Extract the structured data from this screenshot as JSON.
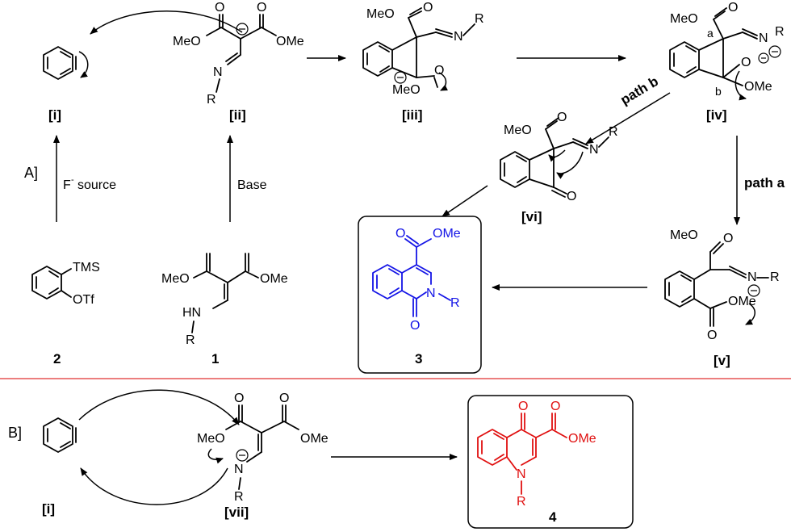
{
  "colors": {
    "product_3": "#1414e6",
    "product_4": "#e01010",
    "divider": "#e03030"
  },
  "section_a": {
    "label": "A]"
  },
  "section_b": {
    "label": "B]"
  },
  "compounds": {
    "c1": {
      "label": "1",
      "MeO": "MeO",
      "OMe": "OMe",
      "HN": "HN",
      "R": "R"
    },
    "c2": {
      "label": "2",
      "TMS": "TMS",
      "OTf": "OTf"
    },
    "c3": {
      "label": "3",
      "OMe": "OMe",
      "N": "N",
      "R": "R",
      "O": "O",
      "O2": "O"
    },
    "c4": {
      "label": "4",
      "O": "O",
      "O2": "O",
      "OMe": "OMe",
      "N": "N",
      "R": "R"
    },
    "i": {
      "label": "[i]"
    },
    "ii": {
      "label": "[ii]",
      "MeO": "MeO",
      "OMe": "OMe",
      "N": "N",
      "R": "R",
      "O": "O",
      "O2": "O"
    },
    "iii": {
      "label": "[iii]",
      "MeO": "MeO",
      "MeO2": "MeO",
      "N": "N",
      "R": "R",
      "O": "O",
      "O2": "O"
    },
    "iv": {
      "label": "[iv]",
      "MeO": "MeO",
      "OMe": "OMe",
      "N": "N",
      "R": "R",
      "O": "O",
      "O2": "O",
      "a": "a",
      "b": "b"
    },
    "v": {
      "label": "[v]",
      "MeO": "MeO",
      "OMe": "OMe",
      "N": "N",
      "R": "R",
      "O": "O",
      "O2": "O"
    },
    "vi": {
      "label": "[vi]",
      "MeO": "MeO",
      "N": "N",
      "R": "R",
      "O": "O",
      "O2": "O"
    },
    "i_b": {
      "label": "[i]"
    },
    "vii": {
      "label": "[vii]",
      "MeO": "MeO",
      "OMe": "OMe",
      "N": "N",
      "R": "R",
      "O": "O",
      "O2": "O"
    }
  },
  "reagents": {
    "fluoride": "F",
    "fluoride_sup": "-",
    "fluoride_word": "source",
    "base": "Base"
  },
  "paths": {
    "path_a": "path a",
    "path_b": "path b"
  }
}
